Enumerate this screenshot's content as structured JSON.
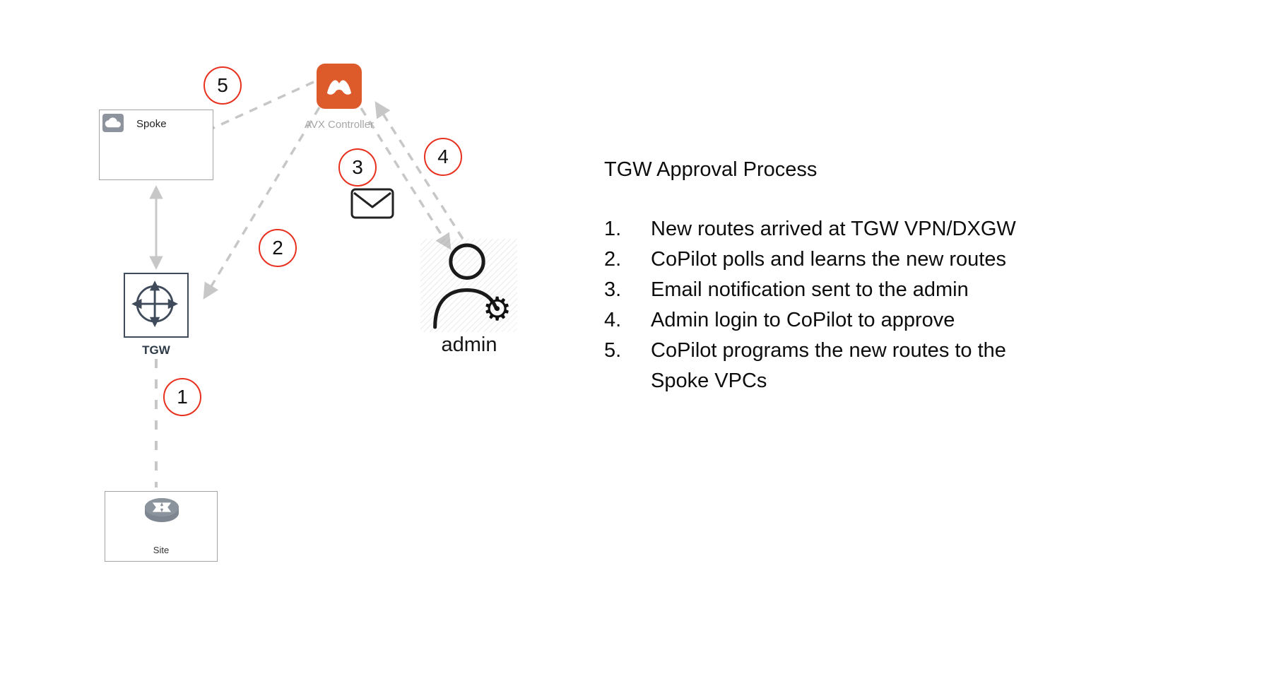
{
  "diagram": {
    "nodes": {
      "spoke": {
        "label": "Spoke"
      },
      "avx": {
        "label": "AVX Controller"
      },
      "tgw": {
        "label": "TGW"
      },
      "site": {
        "label": "Site"
      },
      "admin": {
        "label": "admin"
      }
    },
    "badges": [
      "1",
      "2",
      "3",
      "4",
      "5"
    ]
  },
  "panel": {
    "title": "TGW Approval Process",
    "steps": [
      {
        "num": "1.",
        "text": "New routes arrived at TGW VPN/DXGW"
      },
      {
        "num": "2.",
        "text": "CoPilot polls and learns the new routes"
      },
      {
        "num": "3.",
        "text": "Email notification sent to the admin"
      },
      {
        "num": "4.",
        "text": "Admin login to CoPilot to approve"
      },
      {
        "num": "5.",
        "text": "CoPilot programs the new routes to the Spoke VPCs"
      }
    ]
  },
  "icons": {
    "gear_glyph": "⚙"
  },
  "colors": {
    "badge_red": "#e8301f",
    "avx_orange": "#dd5b2b",
    "arrow_gray": "#c7c7c7",
    "node_border": "#a3a3a3",
    "tgw_dark": "#3f4b5b",
    "label_gray": "#a6a6a6"
  }
}
